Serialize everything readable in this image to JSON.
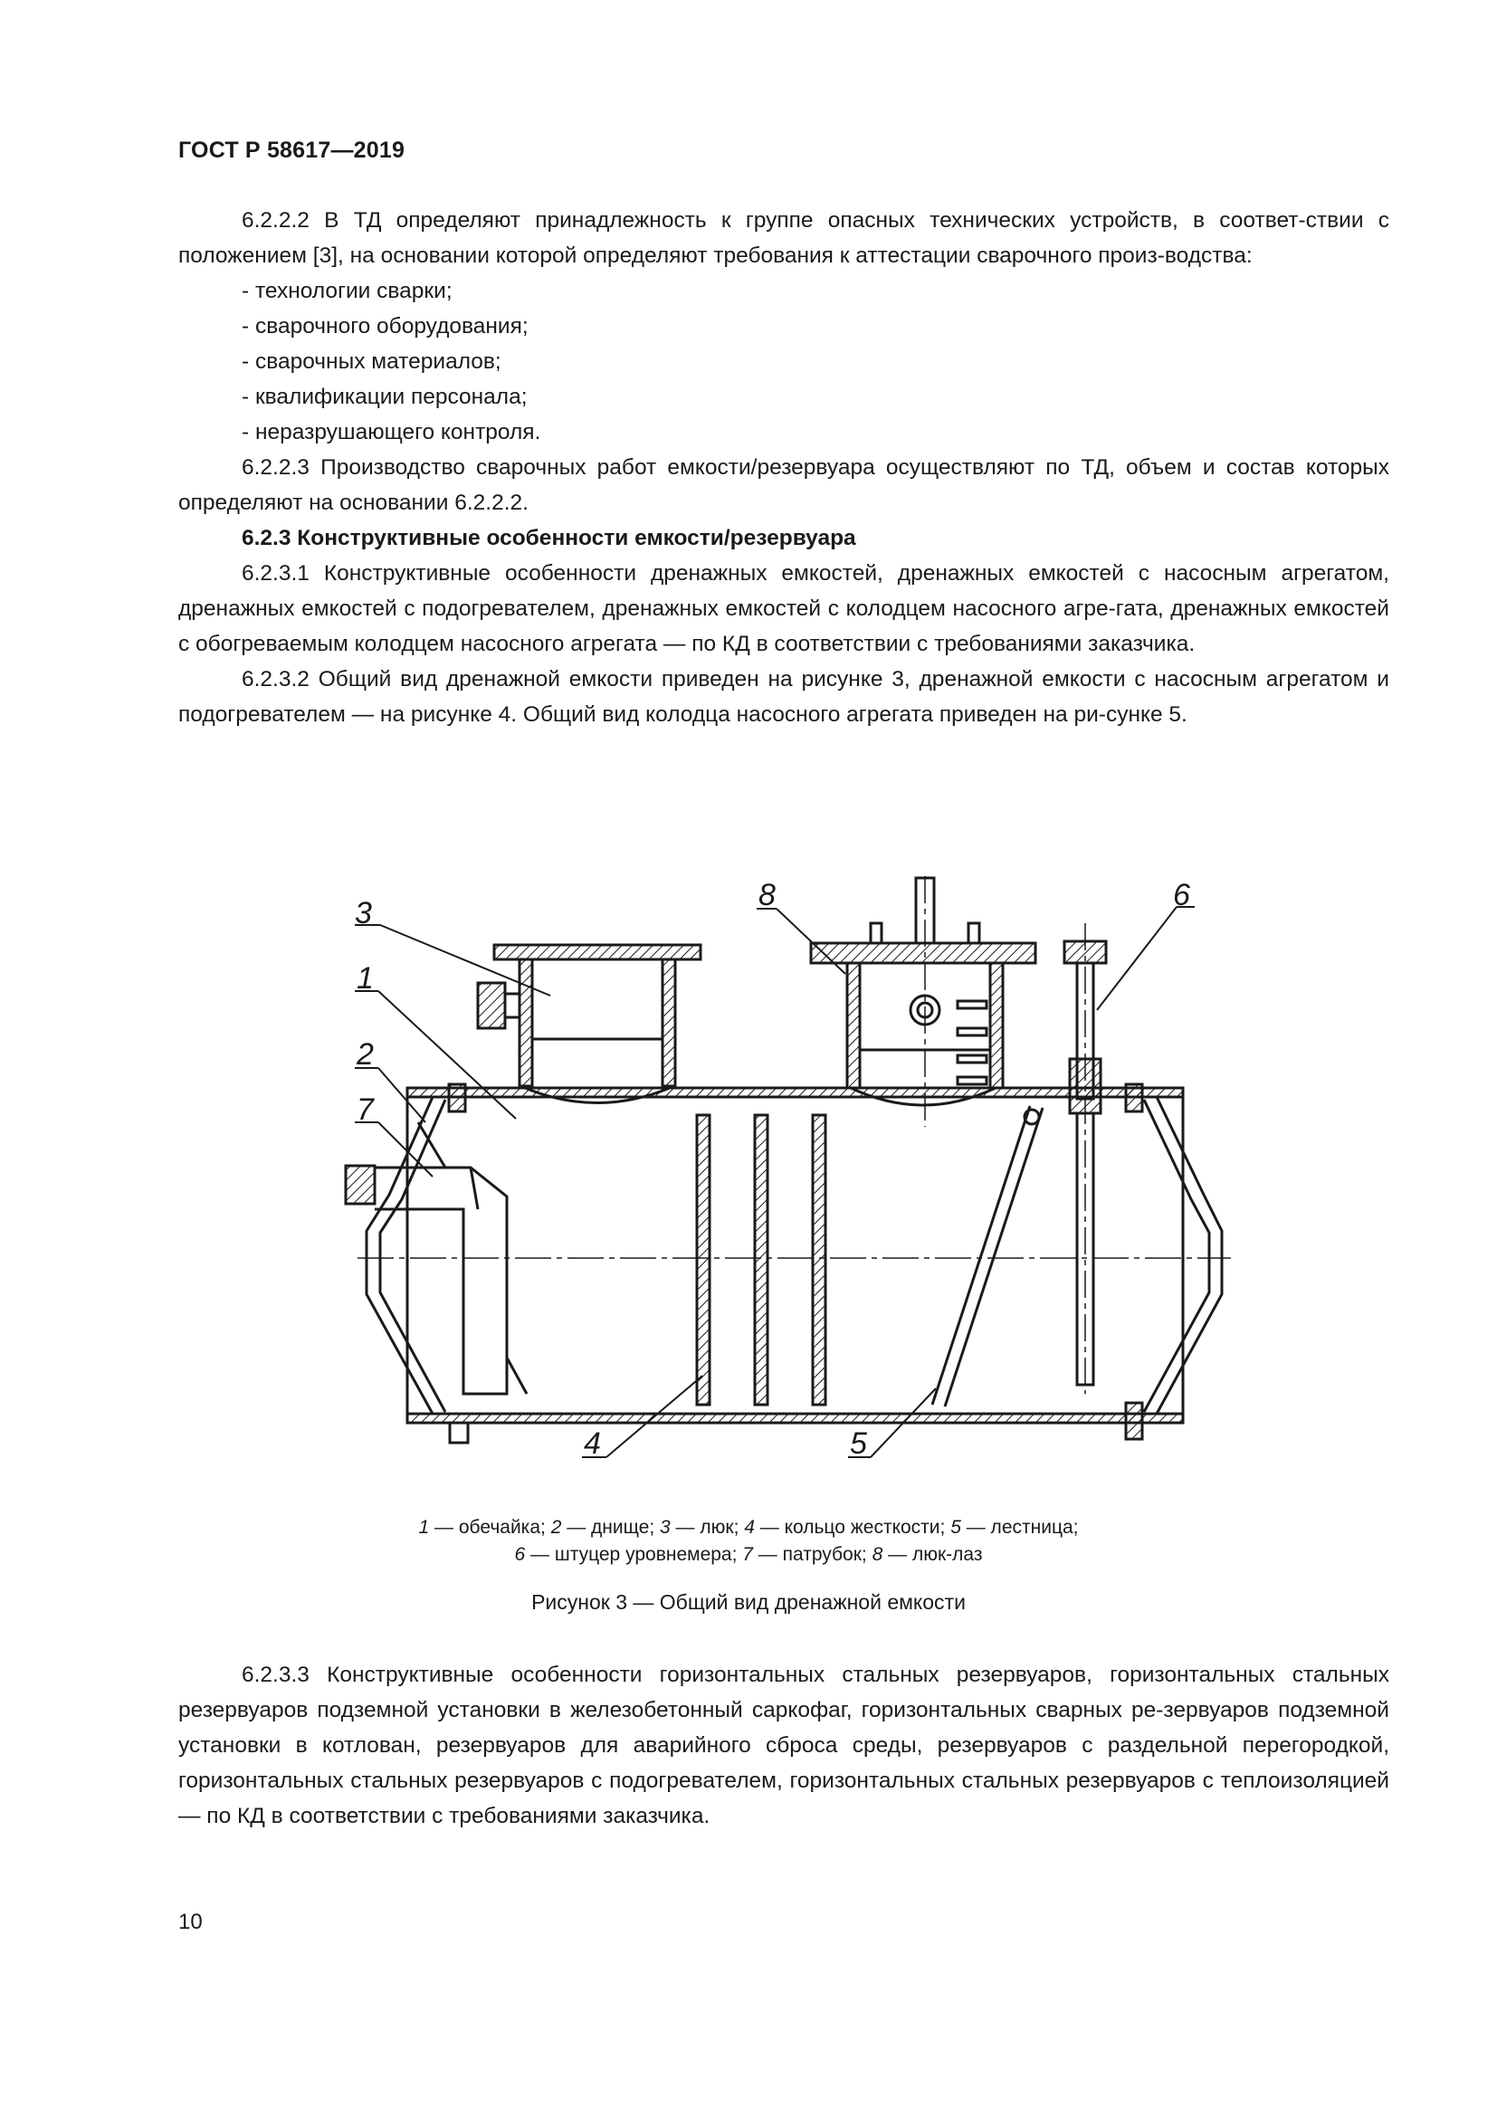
{
  "header": {
    "doc_code": "ГОСТ Р 58617—2019"
  },
  "section_6222": {
    "intro": "6.2.2.2 В ТД определяют принадлежность к группе опасных технических устройств, в соответ-ствии с положением [3], на основании которой определяют требования к аттестации сварочного произ-водства:",
    "items": [
      "- технологии сварки;",
      "- сварочного оборудования;",
      "- сварочных материалов;",
      "- квалификации персонала;",
      "- неразрушающего контроля."
    ]
  },
  "p_6223": "6.2.2.3 Производство сварочных работ емкости/резервуара осуществляют по ТД, объем и состав которых определяют на основании 6.2.2.2.",
  "h_623": "6.2.3 Конструктивные особенности емкости/резервуара",
  "p_6231": "6.2.3.1 Конструктивные особенности дренажных емкостей, дренажных емкостей с насосным агрегатом, дренажных емкостей с подогревателем, дренажных емкостей с колодцем насосного агре-гата, дренажных емкостей с обогреваемым колодцем насосного агрегата — по КД в соответствии с требованиями заказчика.",
  "p_6232": "6.2.3.2 Общий вид дренажной емкости приведен на рисунке 3, дренажной емкости с насосным агрегатом и подогревателем — на рисунке 4. Общий вид колодца насосного агрегата приведен на ри-сунке 5.",
  "figure": {
    "labels": {
      "n1": "1",
      "n2": "2",
      "n3": "3",
      "n4": "4",
      "n5": "5",
      "n6": "6",
      "n7": "7",
      "n8": "8"
    },
    "legend": [
      {
        "num": "1",
        "text": " — обечайка; "
      },
      {
        "num": "2",
        "text": " — днище; "
      },
      {
        "num": "3",
        "text": " — люк; "
      },
      {
        "num": "4",
        "text": " — кольцо жесткости; "
      },
      {
        "num": "5",
        "text": " — лестница;"
      },
      {
        "num": "6",
        "text": " — штуцер уровнемера; "
      },
      {
        "num": "7",
        "text": " — патрубок; "
      },
      {
        "num": "8",
        "text": " — люк-лаз"
      }
    ],
    "title": "Рисунок 3 — Общий вид дренажной емкости"
  },
  "p_6233": "6.2.3.3 Конструктивные особенности горизонтальных стальных резервуаров, горизонтальных стальных резервуаров подземной установки в железобетонный саркофаг, горизонтальных сварных ре-зервуаров подземной установки в котлован, резервуаров для аварийного сброса среды, резервуаров с раздельной перегородкой, горизонтальных стальных резервуаров с подогревателем, горизонтальных стальных резервуаров с теплоизоляцией — по КД в соответствии с требованиями заказчика.",
  "page_number": "10"
}
